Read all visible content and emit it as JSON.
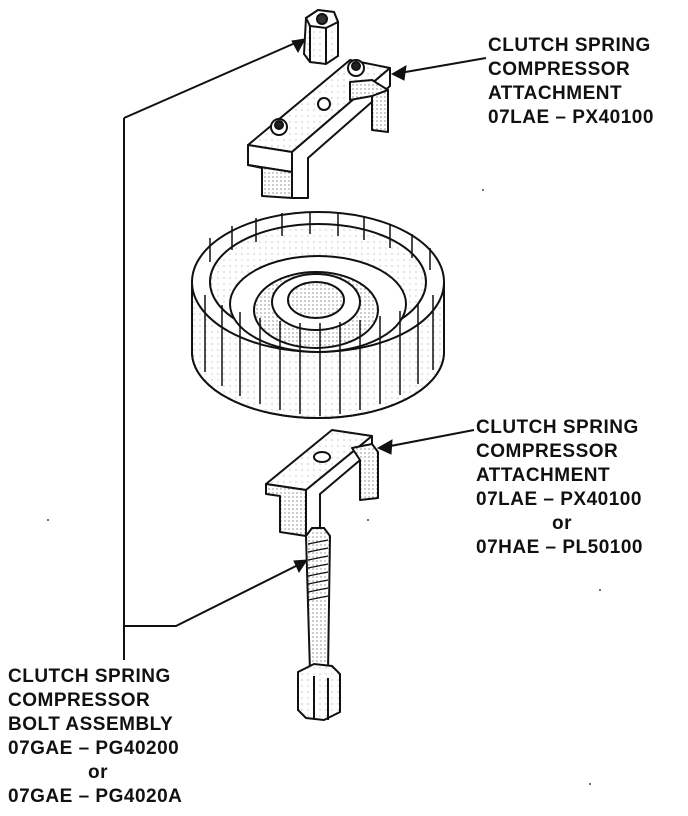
{
  "callouts": {
    "top_attachment": {
      "lines": [
        "CLUTCH SPRING",
        "COMPRESSOR",
        "ATTACHMENT",
        "07LAE – PX40100"
      ]
    },
    "bottom_attachment": {
      "lines": [
        "CLUTCH SPRING",
        "COMPRESSOR",
        "ATTACHMENT",
        "07LAE – PX40100",
        "or",
        "07HAE – PL50100"
      ]
    },
    "bolt_assembly": {
      "lines": [
        "CLUTCH SPRING",
        "COMPRESSOR",
        "BOLT ASSEMBLY",
        "07GAE – PG40200",
        "or",
        "07GAE – PG4020A"
      ]
    }
  }
}
